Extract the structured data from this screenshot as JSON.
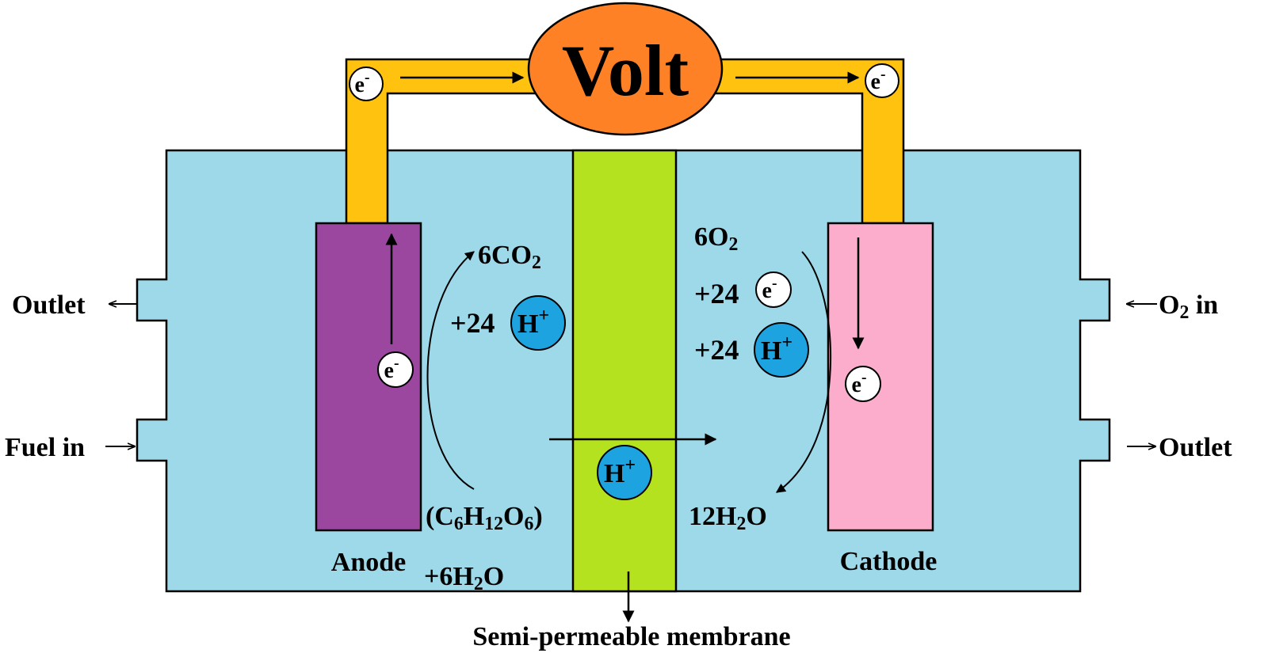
{
  "voltmeter": {
    "label": "Volt"
  },
  "electron": {
    "symbol": "e",
    "charge": "-"
  },
  "proton": {
    "symbol": "H",
    "charge": "+"
  },
  "ports": {
    "left_top": "Outlet",
    "left_bottom": "Fuel in",
    "right_top_o": "O",
    "right_top_sub": "2",
    "right_top_rest": " in",
    "right_bottom": "Outlet"
  },
  "electrodes": {
    "anode": "Anode",
    "cathode": "Cathode"
  },
  "membrane": {
    "label": "Semi-permeable membrane"
  },
  "anode_side": {
    "co2_prefix": "6CO",
    "co2_sub": "2",
    "protons_prefix": "+24",
    "glucose_open": "(C",
    "glucose_s1": "6",
    "glucose_h": "H",
    "glucose_s2": "12",
    "glucose_o": "O",
    "glucose_s3": "6",
    "glucose_close": ")",
    "water_prefix": "+6H",
    "water_sub": "2",
    "water_suffix": "O"
  },
  "cathode_side": {
    "o2_prefix": "6O",
    "o2_sub": "2",
    "electrons_prefix": "+24",
    "protons_prefix": "+24",
    "water_prefix": "12H",
    "water_sub": "2",
    "water_suffix": "O"
  },
  "colors": {
    "chamber": "#9dd9e9",
    "membrane": "#b5e21e",
    "anode": "#9b47a0",
    "cathode": "#fbadcb",
    "wire": "#ffc20e",
    "voltmeter": "#ff8125",
    "proton": "#1da3e0"
  }
}
